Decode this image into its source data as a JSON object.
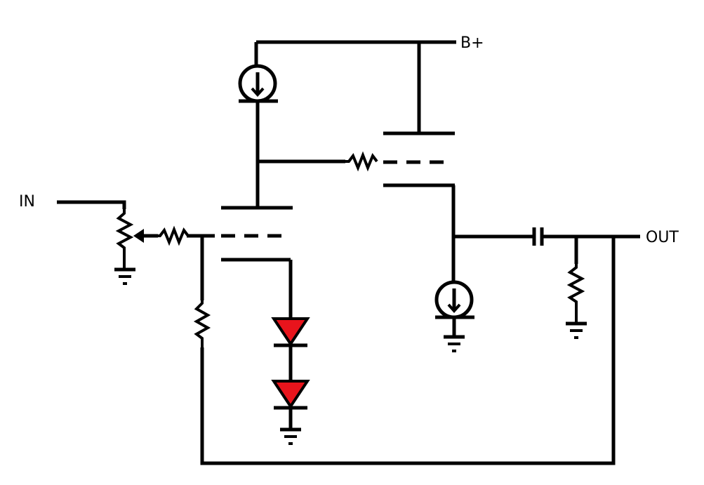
{
  "labels": {
    "input": "IN",
    "output": "OUT",
    "supply": "B+"
  },
  "colors": {
    "wire": "#000000",
    "diode_fill": "#e8141c",
    "background": "#ffffff"
  },
  "icons": {
    "current_source": "circle-down-arrow",
    "ground": "ground-symbol",
    "diode": "red-triangle-diode"
  }
}
